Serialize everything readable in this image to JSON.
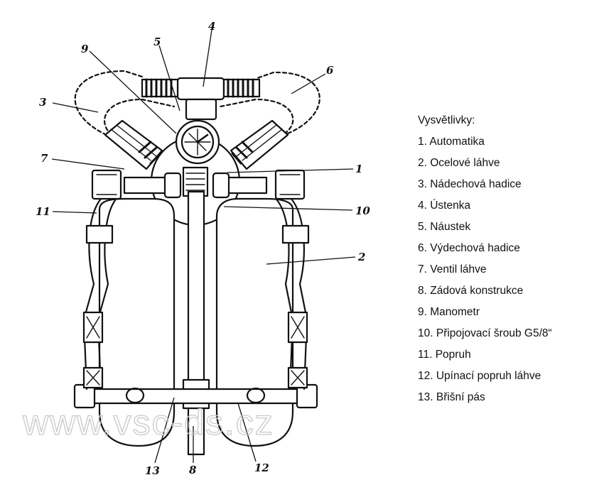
{
  "legend": {
    "title": "Vysvětlivky:",
    "items": [
      "1. Automatika",
      "2. Ocelové láhve",
      "3. Nádechová hadice",
      "4. Ústenka",
      "5. Náustek",
      "6. Výdechová hadice",
      "7. Ventil láhve",
      "8. Zádová konstrukce",
      "9. Manometr",
      "10. Připojovací šroub G5/8“",
      "11. Popruh",
      "12. Upínací popruh láhve",
      "13. Břišní pás"
    ]
  },
  "callouts": [
    "1",
    "2",
    "3",
    "4",
    "5",
    "6",
    "7",
    "8",
    "9",
    "10",
    "11",
    "12",
    "13"
  ],
  "watermark": "www.vsc-ds.cz"
}
